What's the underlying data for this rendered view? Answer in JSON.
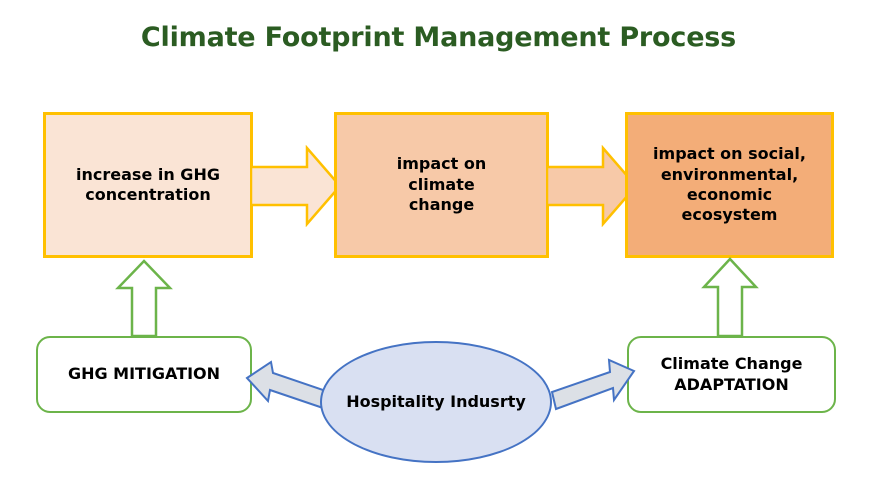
{
  "page": {
    "title": "Climate Footprint Management Process",
    "title_color": "#2b5c22",
    "background": "#ffffff"
  },
  "chain": {
    "boxes": [
      {
        "id": "increase-in-ghg-concentration",
        "lines": [
          "increase in GHG",
          "concentration"
        ],
        "fill": "#FAE4D5",
        "border": "#FFC000"
      },
      {
        "id": "impact-on-climate-change",
        "lines": [
          "impact on",
          "climate",
          "change"
        ],
        "fill": "#F7C9A8",
        "border": "#FFC000"
      },
      {
        "id": "impact-on-ecosystem",
        "lines": [
          "impact on social,",
          "environmental,",
          "economic",
          "ecosystem"
        ],
        "fill": "#F3AD78",
        "border": "#FFC000"
      }
    ],
    "arrows": [
      {
        "id": "chain-arrow-1",
        "direction": "right",
        "fill": "#FAE4D5",
        "border": "#FFC000"
      },
      {
        "id": "chain-arrow-2",
        "direction": "right",
        "fill": "#F7C9A8",
        "border": "#FFC000"
      }
    ]
  },
  "strategies": {
    "mitigation": {
      "lines": [
        "GHG",
        "MITIGATION"
      ],
      "fill": "#ffffff",
      "border": "#6CB44A"
    },
    "adaptation": {
      "lines": [
        "Climate Change",
        "ADAPTATION"
      ],
      "fill": "#ffffff",
      "border": "#6CB44A"
    },
    "up_arrows": [
      {
        "id": "mitigation-to-ghg-arrow",
        "direction": "up",
        "fill": "#ffffff",
        "border": "#6CB44A"
      },
      {
        "id": "adaptation-to-ecosystem-arrow",
        "direction": "up",
        "fill": "#ffffff",
        "border": "#6CB44A"
      }
    ]
  },
  "actor": {
    "lines": [
      "Hospitality",
      "Indusrty"
    ],
    "fill": "#D9E0F2",
    "border": "#4573C4",
    "connectors": [
      {
        "id": "actor-to-mitigation-arrow",
        "direction": "left",
        "fill": "#DCE0E6",
        "border": "#4573C4"
      },
      {
        "id": "actor-to-adaptation-arrow",
        "direction": "right",
        "fill": "#DCE0E6",
        "border": "#4573C4"
      }
    ]
  }
}
